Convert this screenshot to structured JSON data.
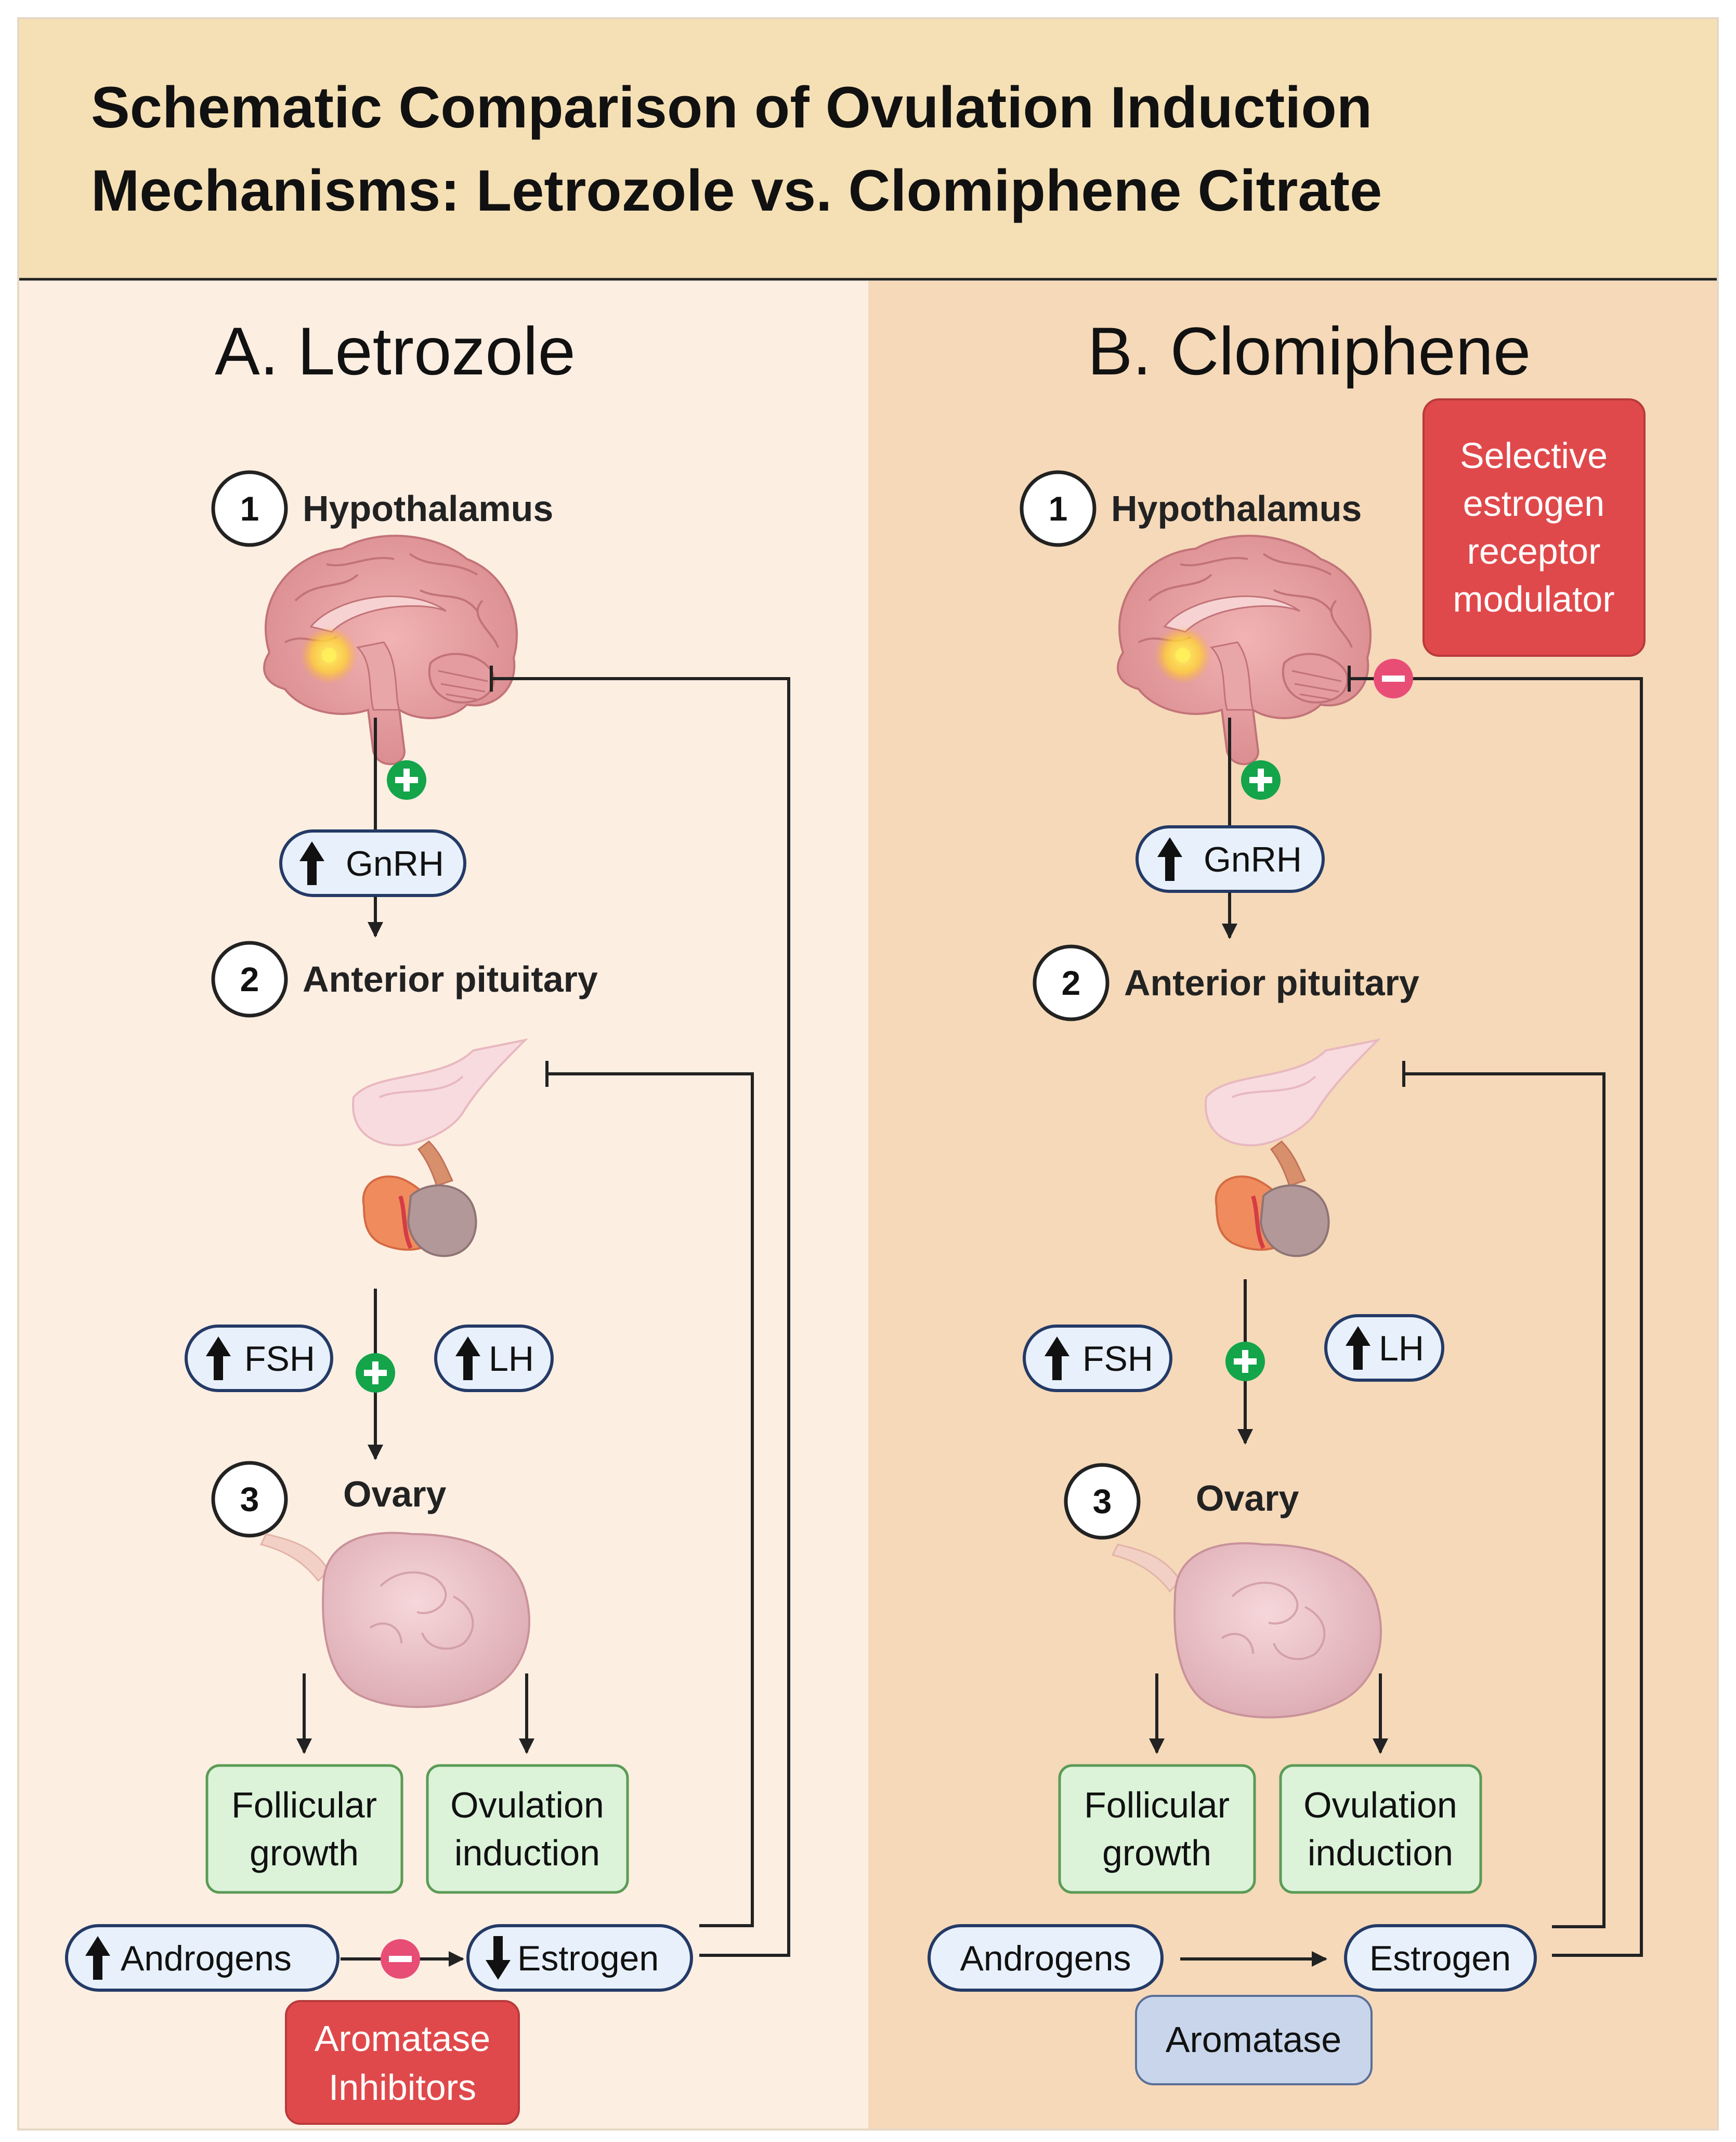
{
  "title": {
    "line1": "Schematic Comparison of Ovulation Induction",
    "line2": "Mechanisms: Letrozole vs. Clomiphene Citrate"
  },
  "colors": {
    "header_bg": "#f5e0b5",
    "panel_a_bg": "#fdeee2",
    "panel_b_bg": "#f5d9b9",
    "pill_fill": "#e8f0fb",
    "pill_stroke": "#243a66",
    "green_box_fill": "#dcf3da",
    "green_box_stroke": "#5b9b55",
    "red_box": "#e0494b",
    "blue_box_fill": "#c9d5ea",
    "plus_green": "#14a44a",
    "minus_pink": "#e84d76"
  },
  "panel_a": {
    "title": "A. Letrozole",
    "step1": "1",
    "hypothalamus": "Hypothalamus",
    "gnrh": "GnRH",
    "step2": "2",
    "pituitary": "Anterior pituitary",
    "fsh": "FSH",
    "lh": "LH",
    "step3": "3",
    "ovary": "Ovary",
    "follicular_1": "Follicular",
    "follicular_2": "growth",
    "ovulation_1": "Ovulation",
    "ovulation_2": "induction",
    "androgens": "Androgens",
    "estrogen": "Estrogen",
    "drug_1": "Aromatase",
    "drug_2": "Inhibitors"
  },
  "panel_b": {
    "title": "B. Clomiphene",
    "serm_1": "Selective",
    "serm_2": "estrogen",
    "serm_3": "receptor",
    "serm_4": "modulator",
    "step1": "1",
    "hypothalamus": "Hypothalamus",
    "gnrh": "GnRH",
    "step2": "2",
    "pituitary": "Anterior pituitary",
    "fsh": "FSH",
    "lh": "LH",
    "step3": "3",
    "ovary": "Ovary",
    "follicular_1": "Follicular",
    "follicular_2": "growth",
    "ovulation_1": "Ovulation",
    "ovulation_2": "induction",
    "androgens": "Androgens",
    "estrogen": "Estrogen",
    "enzyme": "Aromatase"
  },
  "icons": {
    "up": "up-arrow-icon",
    "down": "down-arrow-icon",
    "plus": "plus-icon",
    "minus": "minus-icon",
    "brain": "brain-illustration",
    "pituitary": "pituitary-illustration",
    "ovary": "ovary-illustration"
  }
}
